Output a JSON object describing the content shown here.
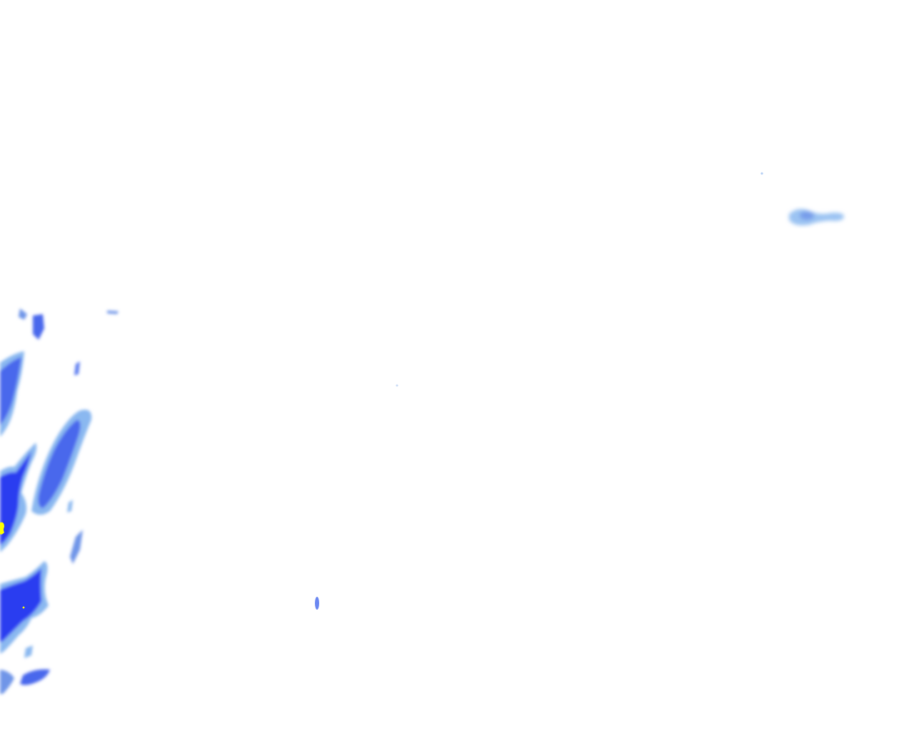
{
  "map": {
    "type": "radar-precipitation-overlay",
    "background_color": "#ffffff",
    "legend_colors": {
      "light": "#8ab8f0",
      "moderate": "#5a7af0",
      "heavy": "#2b3df0",
      "intense": "#ffff00"
    },
    "echoes": [
      {
        "name": "echo-northeast-small",
        "intensity": "light"
      },
      {
        "name": "echo-west-band-1",
        "intensity": "moderate"
      },
      {
        "name": "echo-west-band-2",
        "intensity": "heavy"
      },
      {
        "name": "echo-west-band-3",
        "intensity": "heavy"
      },
      {
        "name": "echo-west-band-4",
        "intensity": "heavy"
      },
      {
        "name": "echo-west-core",
        "intensity": "intense"
      },
      {
        "name": "echo-central-speck",
        "intensity": "moderate"
      }
    ]
  }
}
